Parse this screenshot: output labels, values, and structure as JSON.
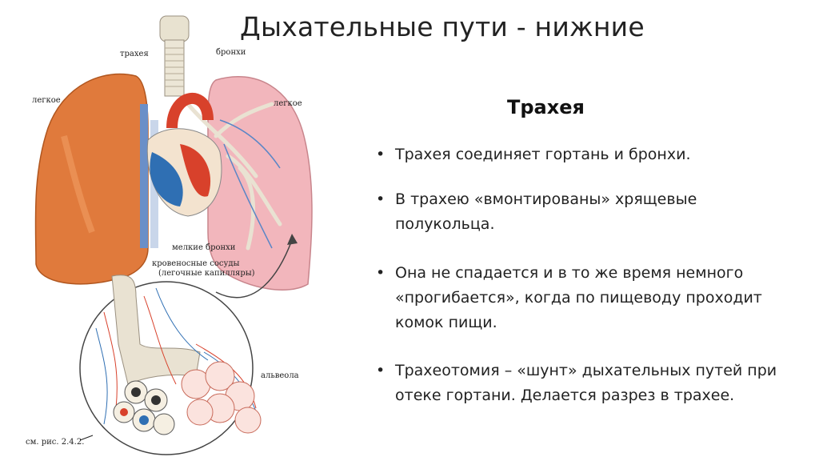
{
  "slide": {
    "title": "Дыхательные пути - нижние",
    "subtitle": "Трахея"
  },
  "figure": {
    "labels": {
      "trachea": "трахея",
      "bronchi": "бронхи",
      "lung_left": "легкое",
      "lung_right": "легкое",
      "small_bronchi": "мелкие бронхи",
      "vessels_line1": "кровеносные сосуды",
      "vessels_line2": "(легочные капилляры)",
      "alveolus": "альвеола",
      "ref": "см. рис. 2.4.2."
    }
  },
  "bullets": [
    {
      "text": "Трахея соединяет гортань и бронхи."
    },
    {
      "text": "В трахею «вмонтированы» хрящевые полукольца."
    },
    {
      "text": "Она не спадается и в то же время немного «прогибается», когда по пищеводу проходит комок пищи."
    },
    {
      "text": "Трахеотомия – «шунт» дыхательных путей при отеке гортани. Делается разрез в трахее."
    }
  ],
  "colors": {
    "lung_left": "#e07a3c",
    "lung_right": "#f2b6bc",
    "heart_red": "#d8412b",
    "heart_blue": "#2f6fb3",
    "trachea": "#e8e2d0"
  }
}
